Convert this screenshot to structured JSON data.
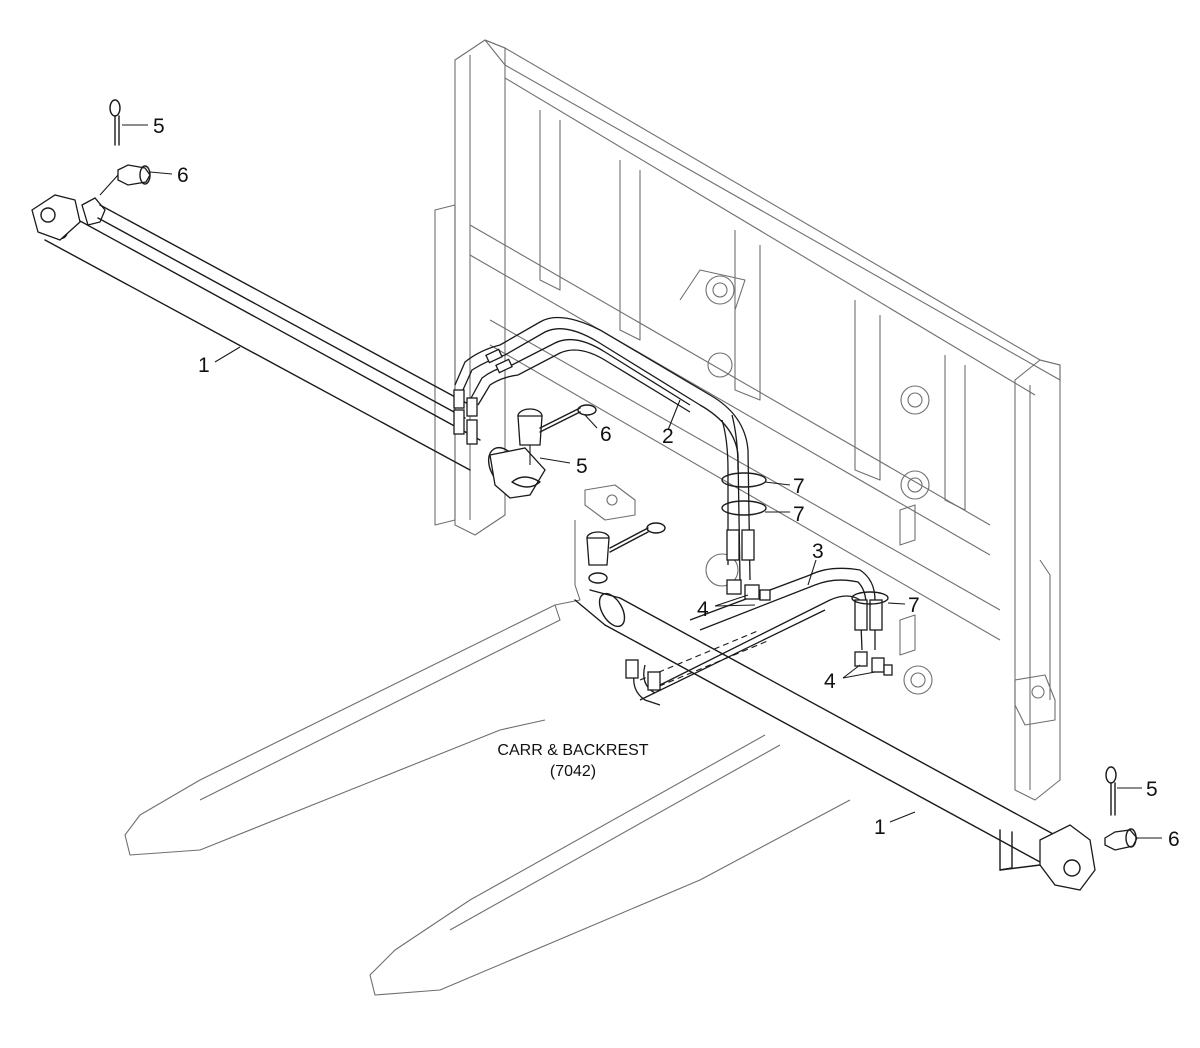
{
  "caption": {
    "line1": "CARR & BACKREST",
    "line2": "(7042)"
  },
  "callouts": {
    "c1a": "1",
    "c1b": "1",
    "c2": "2",
    "c3": "3",
    "c4a": "4",
    "c4b": "4",
    "c5a": "5",
    "c5b": "5",
    "c5c": "5",
    "c6a": "6",
    "c6b": "6",
    "c6c": "6",
    "c7a": "7",
    "c7b": "7",
    "c7c": "7"
  },
  "colors": {
    "line": "#1a1a1a",
    "faint": "#6f6f6f",
    "background": "#ffffff"
  }
}
